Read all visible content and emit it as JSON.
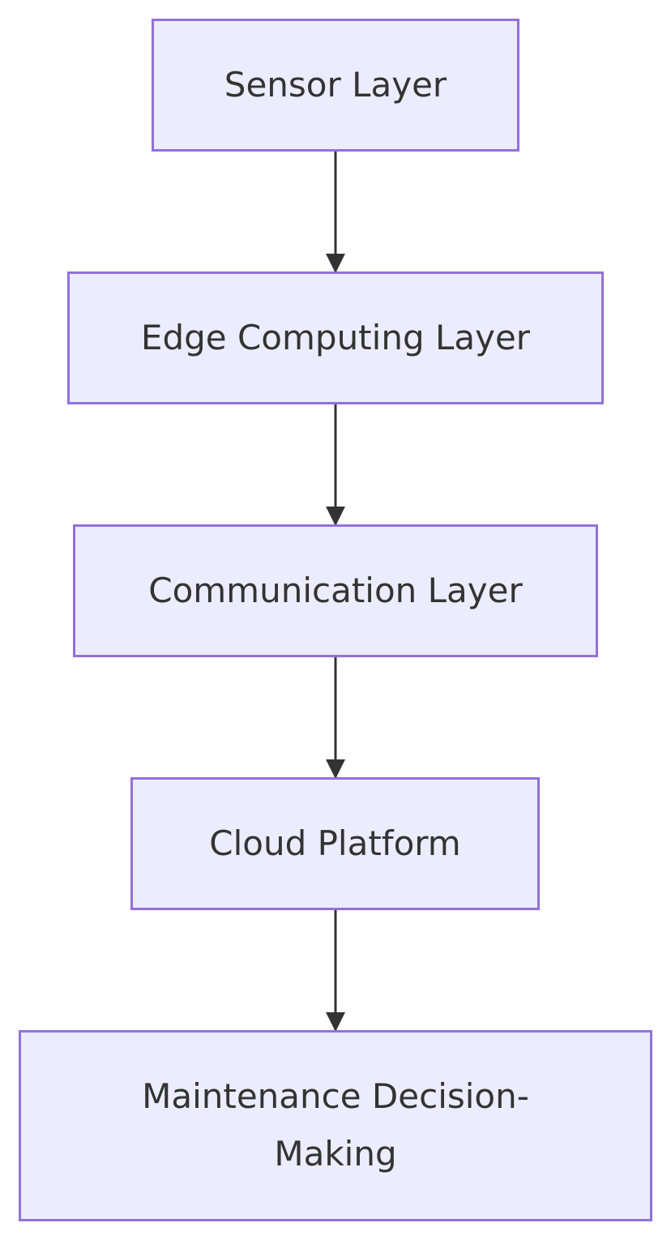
{
  "nodes": [
    {
      "id": "sensor",
      "label": "Sensor Layer"
    },
    {
      "id": "edge",
      "label": "Edge Computing Layer"
    },
    {
      "id": "comm",
      "label": "Communication Layer"
    },
    {
      "id": "cloud",
      "label": "Cloud Platform"
    },
    {
      "id": "maint",
      "label": "Maintenance Decision-Making"
    }
  ],
  "edges": [
    {
      "from": "sensor",
      "to": "edge"
    },
    {
      "from": "edge",
      "to": "comm"
    },
    {
      "from": "comm",
      "to": "cloud"
    },
    {
      "from": "cloud",
      "to": "maint"
    }
  ],
  "colors": {
    "node_fill": "#ececff",
    "node_border": "#9370db",
    "text": "#333333",
    "edge": "#333333"
  }
}
